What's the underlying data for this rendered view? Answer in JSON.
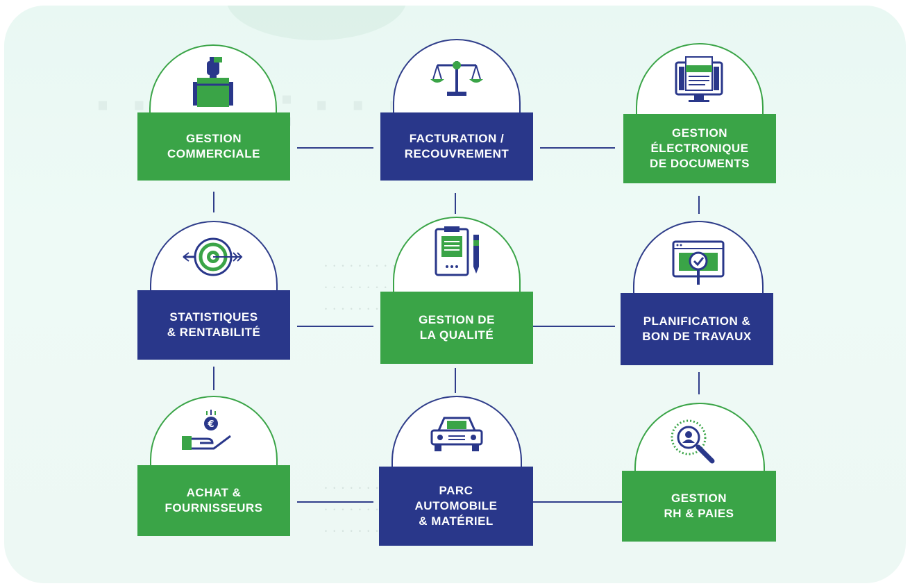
{
  "colors": {
    "green": "#3aa447",
    "navy": "#29378a",
    "line": "#2f3d8a",
    "background": "#eaf8f3"
  },
  "nodes": [
    {
      "id": "gestion-commerciale",
      "label": "GESTION\nCOMMERCIALE",
      "color": "green",
      "icon": "handshake-icon"
    },
    {
      "id": "facturation",
      "label": "FACTURATION /\nRECOUVREMENT",
      "color": "navy",
      "icon": "scales-icon"
    },
    {
      "id": "ged",
      "label": "GESTION\nÉLECTRONIQUE\nDE DOCUMENTS",
      "color": "green",
      "icon": "document-monitor-icon"
    },
    {
      "id": "statistiques",
      "label": "STATISTIQUES\n& RENTABILITÉ",
      "color": "navy",
      "icon": "target-icon"
    },
    {
      "id": "qualite",
      "label": "GESTION DE\nLA QUALITÉ",
      "color": "green",
      "icon": "clipboard-icon"
    },
    {
      "id": "planification",
      "label": "PLANIFICATION &\nBON DE TRAVAUX",
      "color": "navy",
      "icon": "browser-check-icon"
    },
    {
      "id": "achat",
      "label": "ACHAT &\nFOURNISSEURS",
      "color": "green",
      "icon": "coin-hand-icon"
    },
    {
      "id": "parc",
      "label": "PARC\nAUTOMOBILE\n& MATÉRIEL",
      "color": "navy",
      "icon": "car-icon"
    },
    {
      "id": "rh",
      "label": "GESTION\nRH & PAIES",
      "color": "green",
      "icon": "person-search-icon"
    }
  ]
}
